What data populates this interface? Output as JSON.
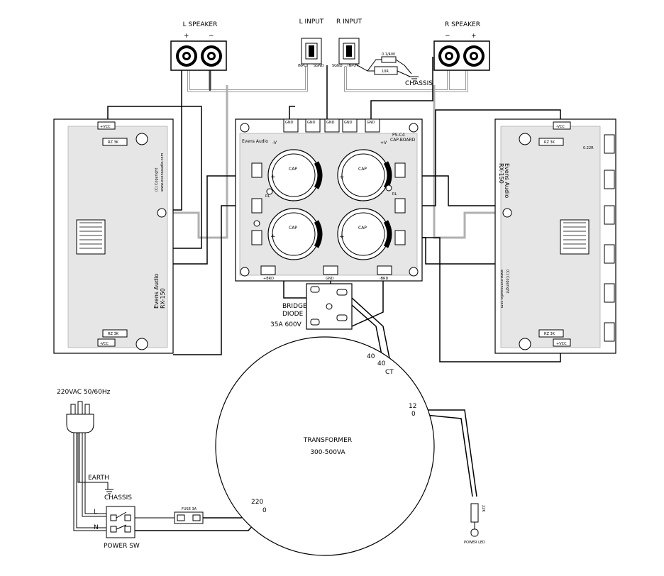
{
  "labels": {
    "l_speaker": "L SPEAKER",
    "r_speaker": "R SPEAKER",
    "plus": "+",
    "minus": "−",
    "l_input": "L INPUT",
    "r_input": "R INPUT",
    "input": "INPUT",
    "sgnd": "SGND",
    "cap_value": "0.1/400",
    "res_value": "10R",
    "chassis": "CHASSIS",
    "bridge": "BRIDGE",
    "diode": "DIODE",
    "bridge_rating": "35A 600V",
    "tap_40a": "40",
    "tap_40b": "40",
    "tap_ct": "CT",
    "tap_12": "12",
    "tap_0_sec": "0",
    "transformer": "TRANSFORMER",
    "transformer_rating": "300-500VA",
    "tap_220": "220",
    "tap_0_pri": "0",
    "mains": "220VAC 50/60Hz",
    "earth": "EARTH",
    "line_l": "L",
    "line_n": "N",
    "power_sw": "POWER SW",
    "fuse": "FUSE 3A",
    "power_led": "POWER LED",
    "led_res": "22K"
  },
  "psu_board": {
    "brand": "Evens Audio",
    "model": "PS-C4",
    "sub": "CAP-BOARD",
    "cap": "CAP",
    "gnd": "GND",
    "plus_v": "+V",
    "minus_v": "-V",
    "rl": "RL",
    "plus_bridge": "+BRD",
    "minus_bridge": "-BRD",
    "plus": "+",
    "minus": "−"
  },
  "amp_board": {
    "brand": "Evens Audio",
    "model": "RX-150",
    "copyright": "(C) Copyright",
    "website": "www.evensaudio.com",
    "plus_vcc": "+VCC",
    "minus_vcc": "-VCC",
    "rz": "RZ 3K",
    "r_022": "0.22R"
  }
}
